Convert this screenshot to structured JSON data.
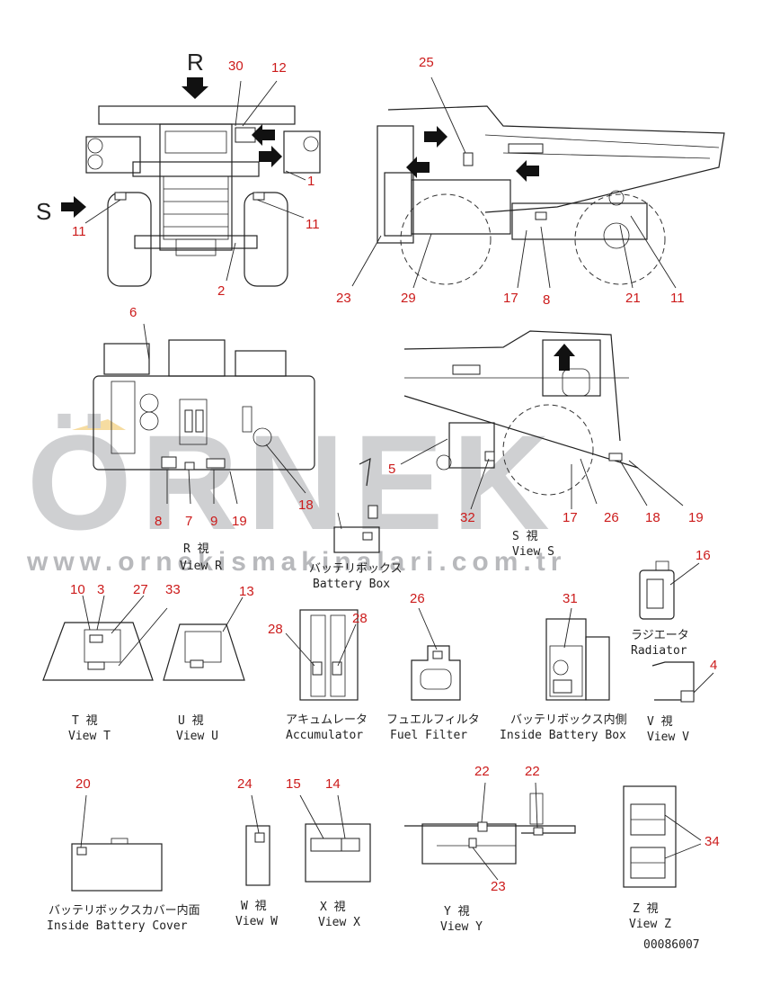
{
  "watermark": {
    "brand": "ÖRNEK",
    "url": "www.ornekismakinalari.com.tr"
  },
  "view_letters": {
    "r": "R",
    "s": "S"
  },
  "callouts": {
    "a": "30",
    "b": "12",
    "c": "1",
    "d": "11",
    "e": "11",
    "f": "2",
    "g": "25",
    "h": "23",
    "i": "29",
    "j": "17",
    "k": "8",
    "l": "21",
    "m": "11",
    "n": "6",
    "o": "8",
    "p": "7",
    "q": "9",
    "r": "19",
    "s": "18",
    "t": "5",
    "u": "32",
    "v": "17",
    "w": "26",
    "x": "18",
    "y": "19",
    "z": "16",
    "aa": "10",
    "ab": "3",
    "ac": "27",
    "ad": "33",
    "ae": "13",
    "af": "28",
    "ag": "28",
    "ah": "26",
    "ai": "31",
    "aj": "4",
    "ak": "20",
    "al": "24",
    "am": "15",
    "an": "14",
    "ao": "22",
    "ap": "22",
    "aq": "23",
    "ar": "34"
  },
  "captions": {
    "view_r_jp": "R 視",
    "view_r": "View R",
    "battery_box_jp": "バッテリボックス",
    "battery_box": "Battery Box",
    "view_s_jp": "S 視",
    "view_s": "View S",
    "radiator_jp": "ラジエータ",
    "radiator": "Radiator",
    "view_t_jp": "T 視",
    "view_t": "View T",
    "view_u_jp": "U 視",
    "view_u": "View U",
    "accumulator_jp": "アキュムレータ",
    "accumulator": "Accumulator",
    "fuel_filter_jp": "フュエルフィルタ",
    "fuel_filter": "Fuel Filter",
    "inside_battery_box_jp": "バッテリボックス内側",
    "inside_battery_box": "Inside Battery Box",
    "view_v_jp": "V 視",
    "view_v": "View V",
    "cover_jp": "バッテリボックスカバー内面",
    "cover": "Inside Battery Cover",
    "view_w_jp": "W 視",
    "view_w": "View W",
    "view_x_jp": "X 視",
    "view_x": "View X",
    "view_y_jp": "Y 視",
    "view_y": "View Y",
    "view_z_jp": "Z 視",
    "view_z": "View Z"
  },
  "drawing_number": "00086007"
}
